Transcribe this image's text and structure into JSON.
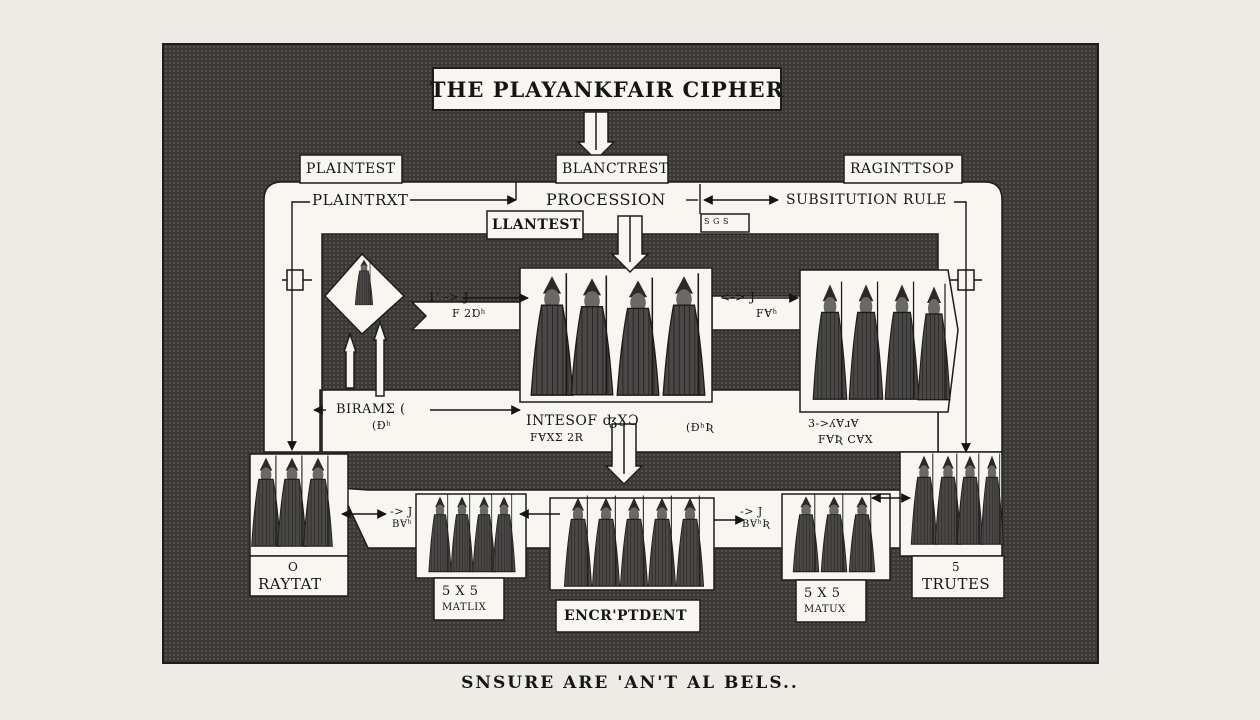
{
  "diagram": {
    "title": "THE PLAYANKFAIR CIPHER",
    "caption": "SNSURE ARE 'AN'T AL BELS..",
    "labels": {
      "top_left_tag": "PLAINTEST",
      "top_center_tag": "BLANCTREST",
      "top_right_tag": "RAGINTTSOP",
      "plaintext": "PLAINTRXT",
      "procession": "PROCESSION",
      "substitution_rule": "SUBSITUTION RULE",
      "llantest": "LLANTEST",
      "small_tag": "S G S",
      "pair_left_top": "1' -> J",
      "pair_left_bottom": "F 2Ɒʰ",
      "pair_right_top": "<-> J",
      "pair_right_bottom": "Fɐʰ",
      "biram": "BIRAMʃ (",
      "biram_sub": "(Ɖʰ",
      "intesof": "INTESOF ʤɣɔ",
      "intesof_sub": "FɐXʃ 2R",
      "mid_code": "(Ɖʰʀ",
      "right_code_top": "3->ʎɐɹɐ",
      "right_code_bottom": "Fɐʀ CɐX",
      "bottom_pair_left_top": "-> J",
      "bottom_pair_left_bottom": "Bɐʰ",
      "bottom_pair_right_top": "-> J",
      "bottom_pair_right_bottom": "Bɐʰʀ",
      "raytat_top": "O",
      "raytat": "RAYTAT",
      "matrix_left_top": "5 X 5",
      "matrix_left_bottom": "MATLIX",
      "encrypted": "ENCR'PTDENT",
      "matrix_right_top": "5 X 5",
      "matrix_right_bottom": "MATUX",
      "trutes_top": "5",
      "trutes": "TRUTES"
    }
  },
  "colors": {
    "panel": "#3a3938",
    "paper": "#f7f6f1",
    "ink": "#161514",
    "figure_dark": "#2b2a29",
    "figure_mid": "#6b6966"
  }
}
